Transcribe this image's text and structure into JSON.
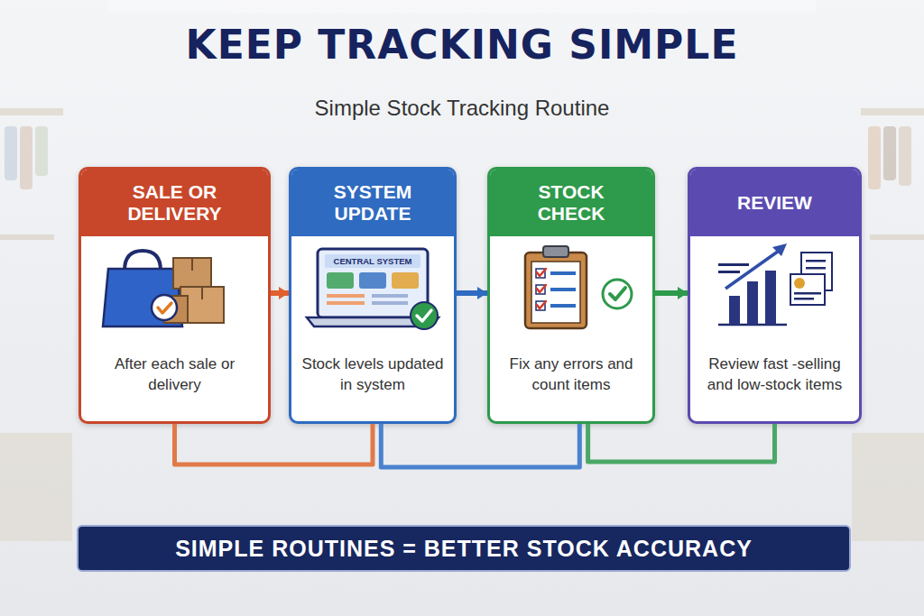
{
  "diagram": {
    "title": "KEEP TRACKING SIMPLE",
    "nodes": [
      {
        "text": [
          "SALE OR DELIVERY",
          "After each sale or delivery"
        ]
      },
      {
        "text": [
          "SYSTEM UPDATE",
          "Stock levels updated in system"
        ]
      },
      {
        "text": [
          "STOCK CHECK",
          "Fix any errors and count items"
        ]
      },
      {
        "text": [
          "REVIEW",
          "Review fast -selling and low-stock items"
        ]
      },
      {
        "text": [
          "SIMPLE ROUTINES = BETTER STOCK ACCURACY"
        ]
      }
    ],
    "edges": [
      {
        "from": 0,
        "to": 1,
        "arrow": "to"
      },
      {
        "from": 1,
        "to": 2,
        "arrow": "to"
      },
      {
        "from": 2,
        "to": 3,
        "arrow": "to"
      },
      {
        "from": 0,
        "to": 1,
        "arrow": "none"
      },
      {
        "from": 1,
        "to": 2,
        "arrow": "none"
      },
      {
        "from": 2,
        "to": 3,
        "arrow": "none"
      }
    ],
    "labels": [
      "Simple Stock Tracking Routine",
      "CENTRAL SYSTEM"
    ]
  }
}
